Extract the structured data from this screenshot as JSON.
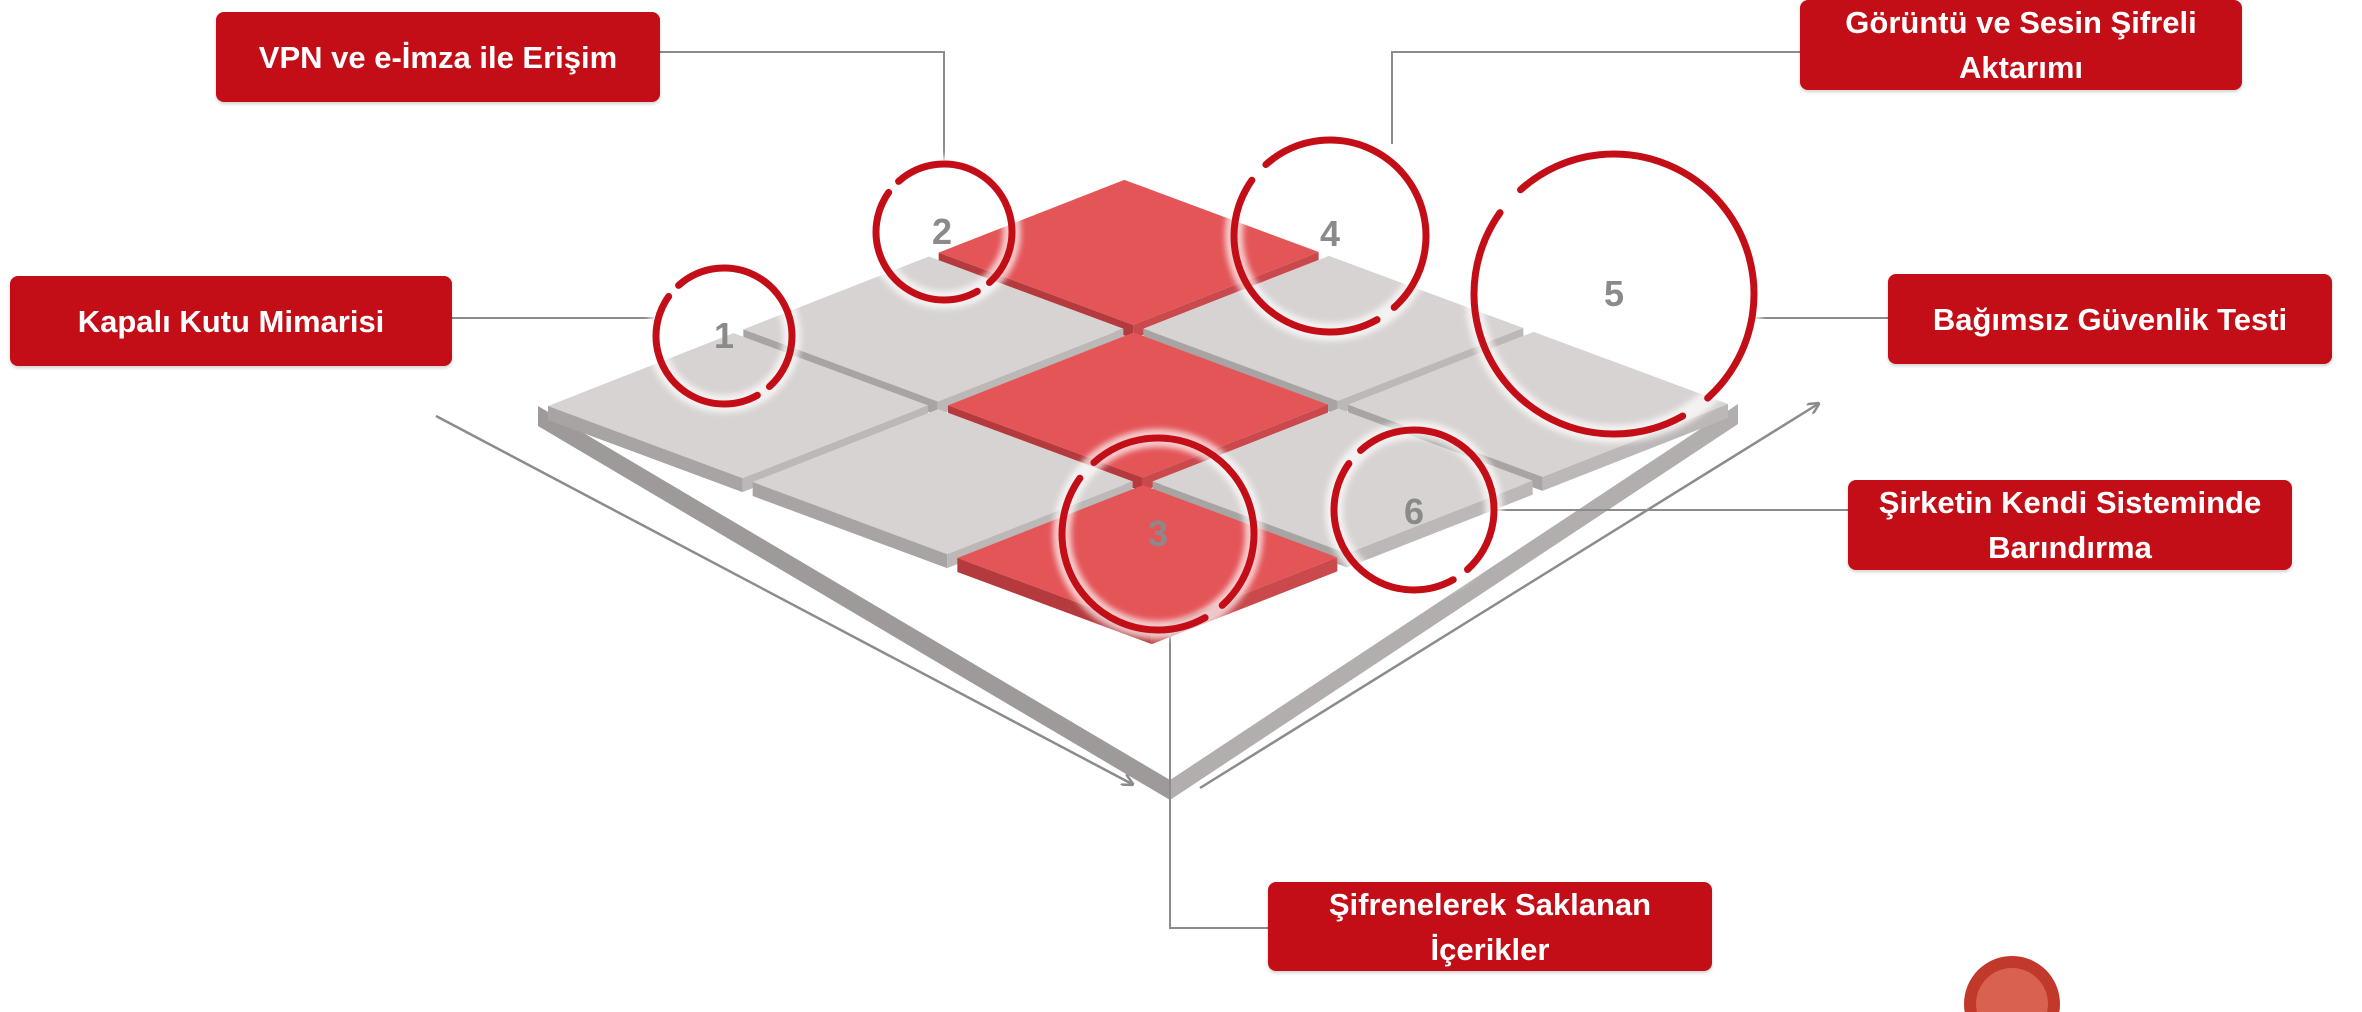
{
  "labels": {
    "vpn": [
      "VPN ve e-İmza ile Erişim"
    ],
    "video": [
      "Görüntü ve Sesin Şifreli",
      "Aktarımı"
    ],
    "blackbox": [
      "Kapalı Kutu Mimarisi"
    ],
    "security_test": [
      "Bağımsız Güvenlik Testi"
    ],
    "hosting": [
      "Şirketin Kendi Sisteminde",
      "Barındırma"
    ],
    "encrypted": [
      "Şifrenelerek Saklanan",
      "İçerikler"
    ]
  },
  "markers": [
    "1",
    "2",
    "3",
    "4",
    "5",
    "6"
  ],
  "colors": {
    "label_bg": "#c40e17",
    "label_text": "#ffffff",
    "ring": "#c40e17",
    "tile_gray": "#d7d3d2",
    "tile_red": "#e45558",
    "connector": "#8c8c8c"
  },
  "icons": [
    "logo-emblem"
  ]
}
